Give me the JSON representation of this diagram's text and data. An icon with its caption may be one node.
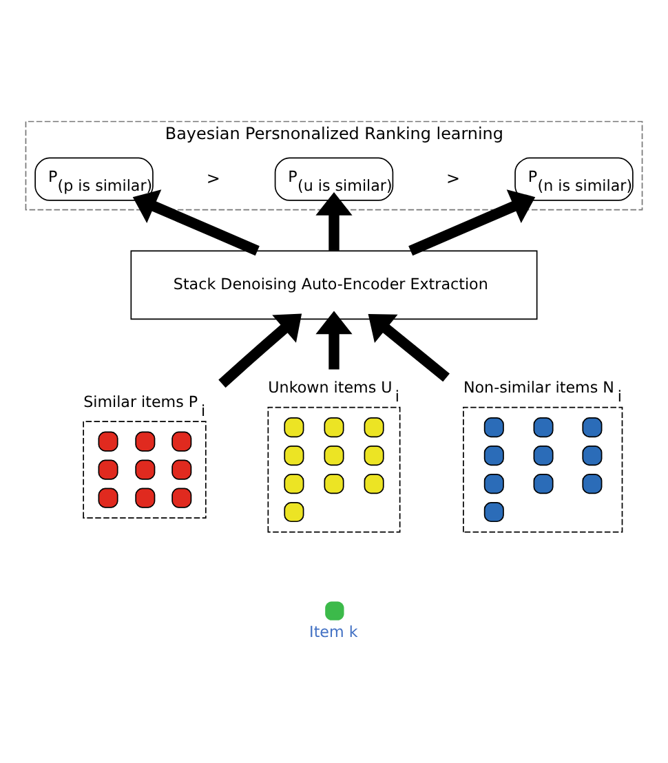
{
  "diagram": {
    "nodes": [
      {
        "text": [
          "Bayesian Persnonalized Ranking learning"
        ]
      },
      {
        "text": [
          "P$_{(p is similar)}$"
        ],
        "in": 0
      },
      {
        "text": [
          "P$_{(u is similar)}$"
        ],
        "in": 0
      },
      {
        "text": [
          "P$_{(n is similar)}$"
        ],
        "in": 0
      },
      {
        "text": [
          "Stack Denoising Auto-Encoder Extraction"
        ]
      },
      {
        "text": [
          "Similar items P$_{i}$"
        ]
      },
      {
        "text": [
          "Unkown items U$_{i}$"
        ]
      },
      {
        "text": [
          "Non-similar items N$_{i}$"
        ]
      },
      {
        "text": [],
        "shape": "circle",
        "beside": [
          "Item k"
        ]
      }
    ],
    "edges": [
      {
        "from": 4,
        "to": 1,
        "arrow": "to"
      },
      {
        "from": 4,
        "to": 2,
        "arrow": "to"
      },
      {
        "from": 4,
        "to": 3,
        "arrow": "to"
      },
      {
        "from": 5,
        "to": 4,
        "arrow": "to"
      },
      {
        "from": 6,
        "to": 4,
        "arrow": "to"
      },
      {
        "from": 7,
        "to": 4,
        "arrow": "to"
      }
    ],
    "labels": [
      ">",
      ">"
    ]
  }
}
